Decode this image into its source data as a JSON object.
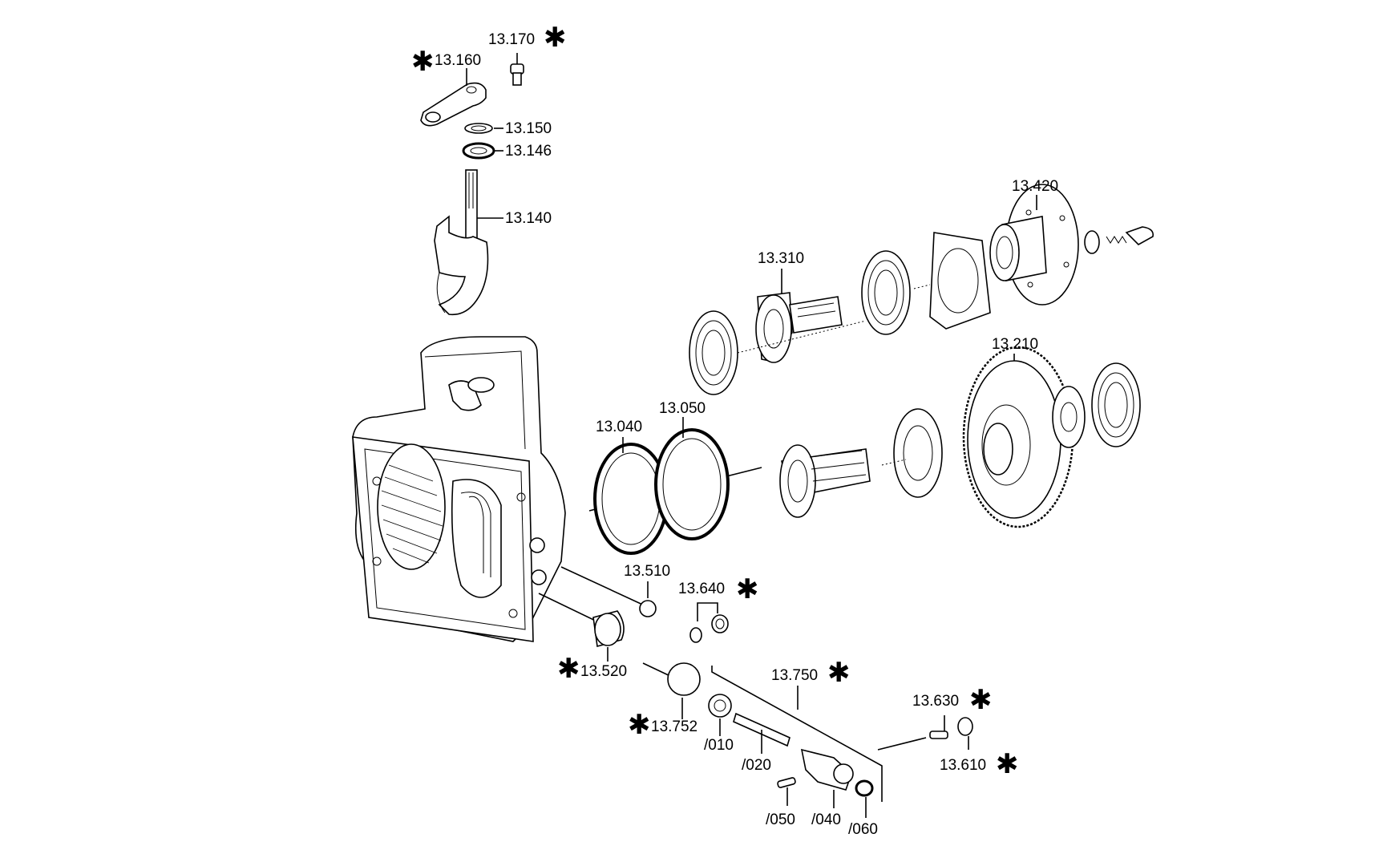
{
  "labels": {
    "p13170": "13.170",
    "p13160": "13.160",
    "p13150": "13.150",
    "p13146": "13.146",
    "p13140": "13.140",
    "p13420": "13.420",
    "p13310": "13.310",
    "p13210": "13.210",
    "p13040": "13.040",
    "p13050": "13.050",
    "p13510": "13.510",
    "p13640": "13.640",
    "p13520": "13.520",
    "p13750": "13.750",
    "p13752": "13.752",
    "p13630": "13.630",
    "p13610": "13.610",
    "s010": "/010",
    "s020": "/020",
    "s040": "/040",
    "s050": "/050",
    "s060": "/060"
  },
  "marker": "✱"
}
